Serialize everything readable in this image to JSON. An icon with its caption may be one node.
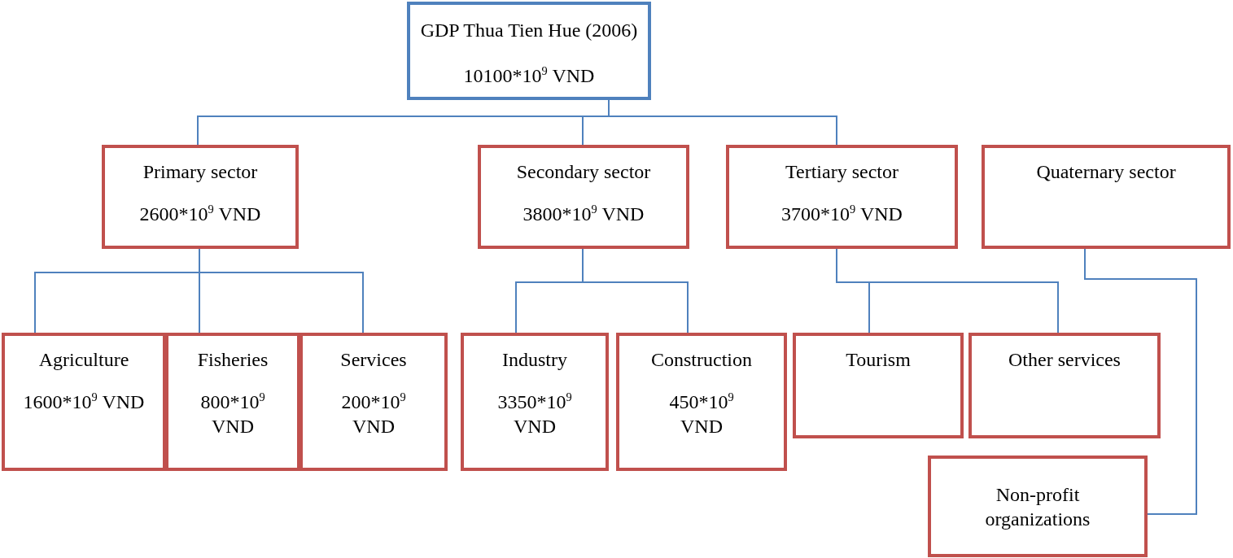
{
  "diagram": {
    "nodes": [
      {
        "text": [
          "GDP Thua Tien Hue (2006)",
          "10100*10$^{9}$ VND"
        ]
      },
      {
        "text": [
          "Primary sector",
          "2600*10$^{9}$ VND"
        ]
      },
      {
        "text": [
          "Secondary sector",
          "3800*10$^{9}$ VND"
        ]
      },
      {
        "text": [
          "Tertiary sector",
          "3700*10$^{9}$ VND"
        ]
      },
      {
        "text": [
          "Quaternary sector"
        ]
      },
      {
        "text": [
          "Agriculture",
          "1600*10$^{9}$ VND"
        ]
      },
      {
        "text": [
          "Fisheries",
          "800*10$^{9}$ VND"
        ]
      },
      {
        "text": [
          "Services",
          "200*10$^{9}$ VND"
        ]
      },
      {
        "text": [
          "Industry",
          "3350*10$^{9}$ VND"
        ]
      },
      {
        "text": [
          "Construction",
          "450*10$^{9}$ VND"
        ]
      },
      {
        "text": [
          "Tourism"
        ]
      },
      {
        "text": [
          "Other services"
        ]
      },
      {
        "text": [
          "Non-profit organizations"
        ]
      }
    ],
    "edges": [
      {
        "from": 0,
        "to": 1,
        "arrow": "none"
      },
      {
        "from": 0,
        "to": 2,
        "arrow": "none"
      },
      {
        "from": 0,
        "to": 3,
        "arrow": "none"
      },
      {
        "from": 1,
        "to": 5,
        "arrow": "none"
      },
      {
        "from": 1,
        "to": 6,
        "arrow": "none"
      },
      {
        "from": 1,
        "to": 7,
        "arrow": "none"
      },
      {
        "from": 2,
        "to": 8,
        "arrow": "none"
      },
      {
        "from": 2,
        "to": 9,
        "arrow": "none"
      },
      {
        "from": 3,
        "to": 10,
        "arrow": "none"
      },
      {
        "from": 3,
        "to": 11,
        "arrow": "none"
      },
      {
        "from": 4,
        "to": 12,
        "arrow": "none"
      }
    ]
  }
}
